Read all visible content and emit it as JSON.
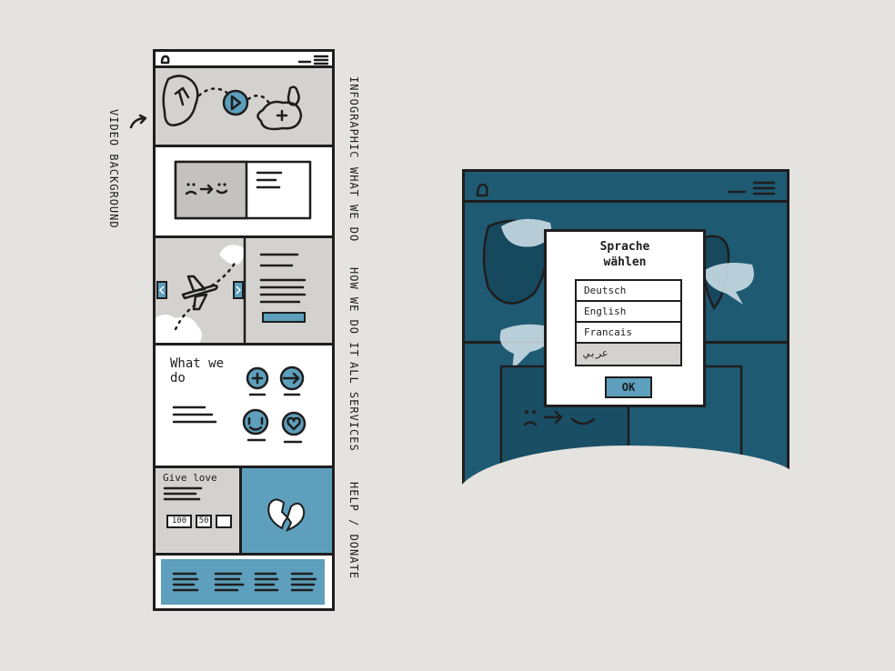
{
  "annotations": {
    "video_background": "VIDEO BACKGROUND",
    "infographic": "INFOGRAPHIC",
    "what_we_do": "WHAT WE DO",
    "how_we_do_it": "HOW WE DO IT",
    "all_services": "ALL SERVICES",
    "help_donate": "HELP / DONATE"
  },
  "wireframe": {
    "services_heading": "What we\ndo",
    "help_heading": "Give love",
    "donation_amounts": [
      "100",
      "50",
      ""
    ]
  },
  "language_modal": {
    "title": "Sprache\nwählen",
    "options": [
      "Deutsch",
      "English",
      "Francais",
      "عربي"
    ],
    "selected_index": 3,
    "ok_label": "OK"
  },
  "colors": {
    "accent": "#5d9fbc",
    "dark_teal": "#1f5a73",
    "paper": "#e4e3df",
    "gray_fill": "#d4d2ce"
  }
}
